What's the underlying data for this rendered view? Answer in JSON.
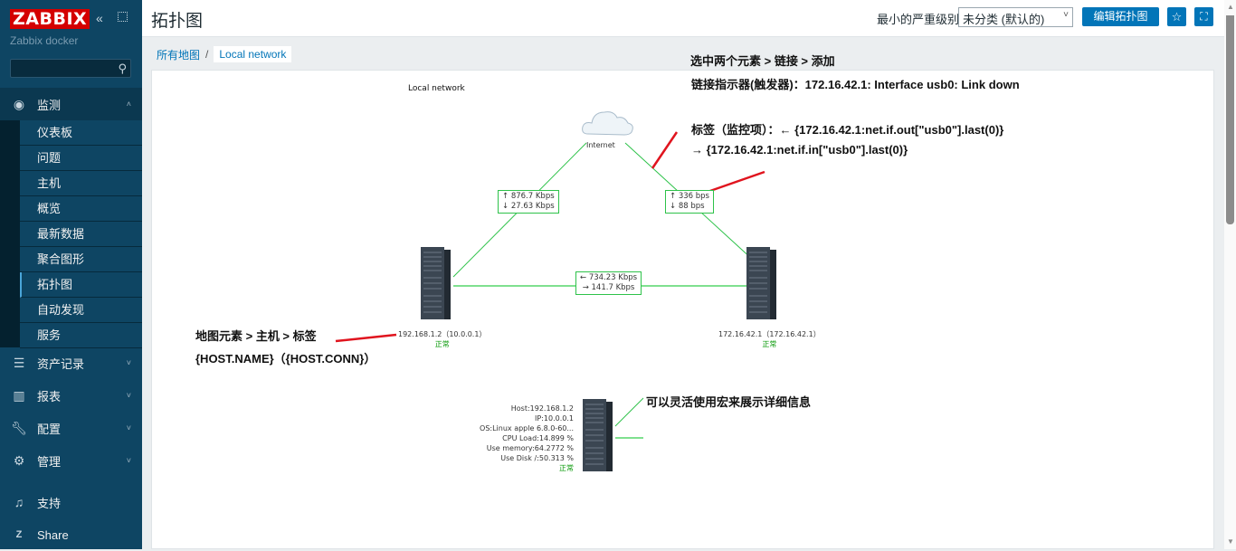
{
  "sidebar": {
    "logo": "ZABBIX",
    "server_name": "Zabbix docker",
    "search_placeholder": "",
    "sections": [
      {
        "label": "监测",
        "icon": "eye-icon",
        "expanded": true
      },
      {
        "label": "资产记录",
        "icon": "list-icon"
      },
      {
        "label": "报表",
        "icon": "bar-chart-icon"
      },
      {
        "label": "配置",
        "icon": "wrench-icon"
      },
      {
        "label": "管理",
        "icon": "gear-icon"
      }
    ],
    "monitor_items": [
      {
        "label": "仪表板"
      },
      {
        "label": "问题"
      },
      {
        "label": "主机"
      },
      {
        "label": "概览"
      },
      {
        "label": "最新数据"
      },
      {
        "label": "聚合图形"
      },
      {
        "label": "拓扑图",
        "active": true
      },
      {
        "label": "自动发现"
      },
      {
        "label": "服务"
      }
    ],
    "support": "支持",
    "share": "Share"
  },
  "header": {
    "title": "拓扑图",
    "severity_label": "最小的严重级别",
    "severity_value": "未分类 (默认的)",
    "edit_button": "编辑拓扑图",
    "favorite_icon": "star-icon",
    "fullscreen_icon": "fullscreen-icon"
  },
  "breadcrumb": {
    "all_maps": "所有地图",
    "separator": "/",
    "current": "Local network"
  },
  "map": {
    "title": "Local network",
    "internet_label": "Internet",
    "links": [
      {
        "up": "↑ 876.7 Kbps",
        "down": "↓ 27.63 Kbps"
      },
      {
        "up": "↑ 336 bps",
        "down": "↓ 88 bps"
      },
      {
        "left": "← 734.23 Kbps",
        "right": "→ 141.7 Kbps"
      }
    ],
    "hosts": [
      {
        "label": "192.168.1.2（10.0.0.1）",
        "status": "正常"
      },
      {
        "label": "172.16.42.1（172.16.42.1）",
        "status": "正常"
      }
    ],
    "detail_host": {
      "lines": [
        "Host:192.168.1.2",
        "IP:10.0.0.1",
        "OS:Linux apple 6.8.0-60...",
        "CPU Load:14.899 %",
        "Use memory:64.2772 %",
        "Use Disk /:50.313 %"
      ],
      "status": "正常"
    },
    "link_color": "#2ec24a",
    "annotation_color": "#e0141e"
  },
  "annotations": {
    "select_two": "选中两个元素 > 链接 > 添加",
    "link_indicator": "链接指示器(触发器)：172.16.42.1: Interface usb0: Link down",
    "label_item_1": "标签（监控项）：← {172.16.42.1:net.if.out[\"usb0\"].last(0)}",
    "label_item_2": "→ {172.16.42.1:net.if.in[\"usb0\"].last(0)}",
    "map_element": "地图元素 > 主机 > 标签",
    "host_macro": "{HOST.NAME}（{HOST.CONN}）",
    "macro_note": "可以灵活使用宏来展示详细信息"
  }
}
